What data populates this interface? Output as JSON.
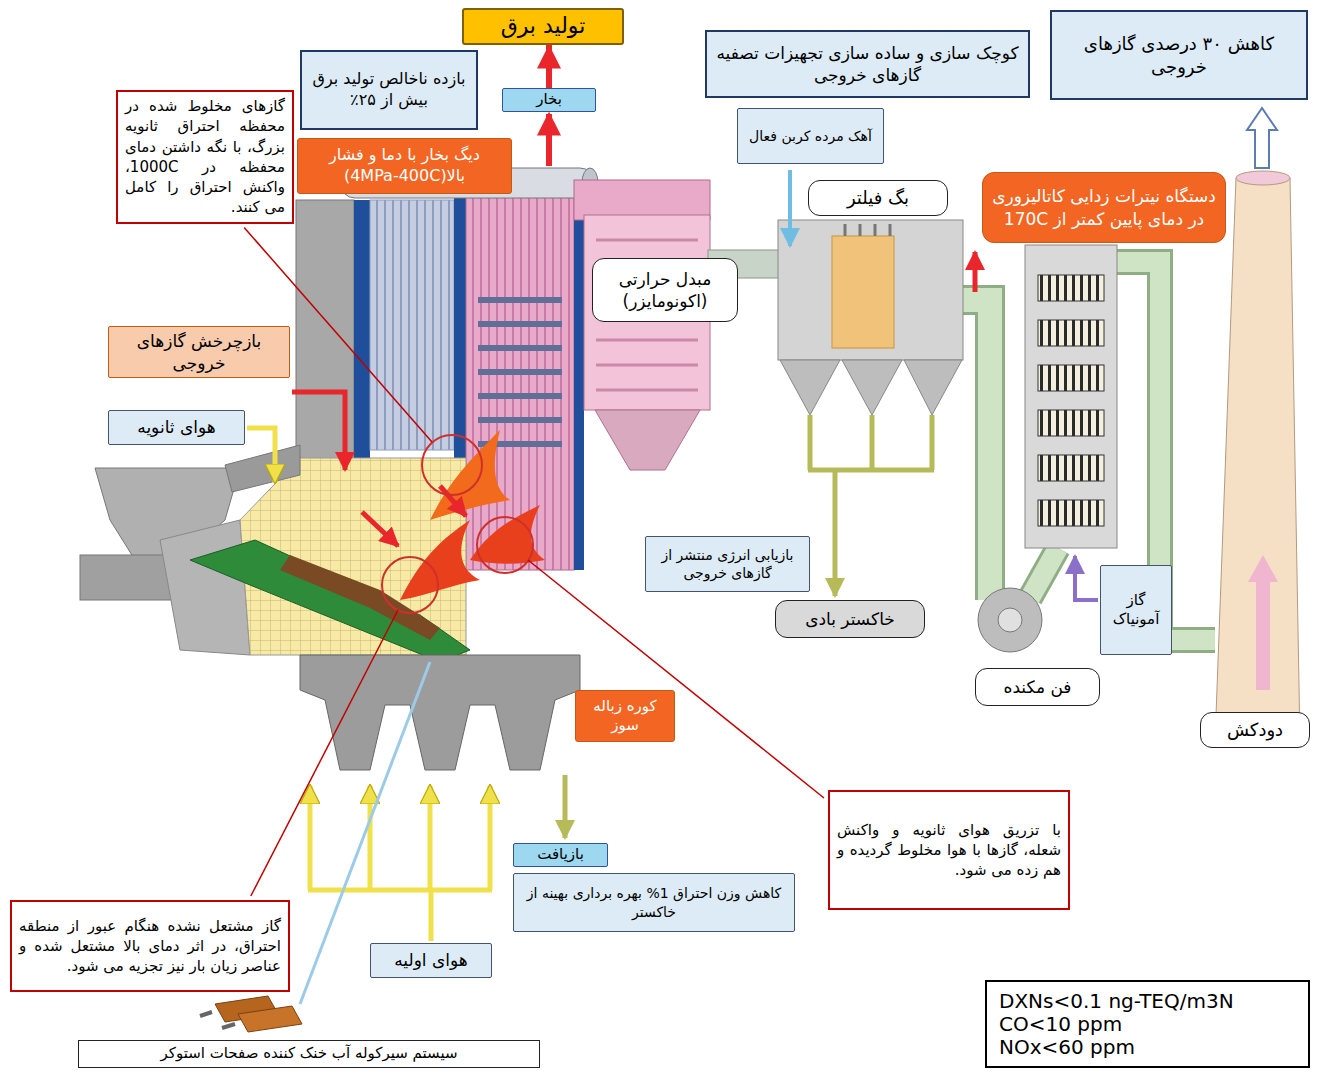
{
  "diagram": {
    "nodes": [
      {
        "text": [
          "تولید برق"
        ]
      },
      {
        "text": [
          "کوچک سازی و ساده سازی تجهیزات تصفیه گازهای خروجی"
        ]
      },
      {
        "text": [
          "کاهش ۳۰ درصدی گازهای خروجی"
        ]
      },
      {
        "text": [
          "بازده ناخالص تولید برق بیش از ۲۵٪"
        ]
      },
      {
        "text": [
          "بخار"
        ]
      },
      {
        "text": [
          "آهک مرده کربن فعال"
        ]
      },
      {
        "text": [
          "گازهای مخلوط شده در محفظه احتراق ثانویه بزرگ، با نگه داشتن دمای محفظه در 1000C، واکنش احتراق را کامل می کنند."
        ]
      },
      {
        "text": [
          "دیگ بخار با دما و فشار بالا(4MPa-400C)"
        ]
      },
      {
        "text": [
          "دستگاه نیترات زدایی کاتالیزوری در دمای پایین کمتر از 170C"
        ]
      },
      {
        "text": [
          "بگ فیلتر"
        ]
      },
      {
        "text": [
          "مبدل حرارتی (اکونومایزر)"
        ]
      },
      {
        "text": [
          "بازچرخش گازهای خروجی"
        ]
      },
      {
        "text": [
          "هوای ثانویه"
        ]
      },
      {
        "text": [
          "بازیابی انرژی منتشر از گازهای خروجی"
        ]
      },
      {
        "text": [
          "گاز آمونیاک"
        ]
      },
      {
        "text": [
          "خاکستر بادی"
        ]
      },
      {
        "text": [
          "کوره زباله سوز"
        ]
      },
      {
        "text": [
          "فن مکنده"
        ]
      },
      {
        "text": [
          "دودکش"
        ]
      },
      {
        "text": [
          "با تزریق هوای ثانویه و واکنش شعله، گازها با هوا مخلوط گردیده و هم زده می شود."
        ]
      },
      {
        "text": [
          "بازیافت"
        ]
      },
      {
        "text": [
          "کاهش وزن احتراق 1% بهره برداری بهینه از خاکستر"
        ]
      },
      {
        "text": [
          "گاز مشتعل نشده هنگام عبور از منطقه احتراق، در اثر دمای بالا مشتعل شده و عناصر زیان بار نیز تجزیه می شود."
        ]
      },
      {
        "text": [
          "هوای اولیه"
        ]
      },
      {
        "text": [
          "سیستم سیرکوله آب خنک کننده صفحات استوکر"
        ]
      },
      {
        "text": [
          "DXNs<0.1 ng-TEQ/m3N",
          "CO<10 ppm",
          "NOx<60 ppm"
        ]
      }
    ],
    "edges": [
      {
        "from": 4,
        "to": 0,
        "arrow": "to"
      }
    ]
  }
}
